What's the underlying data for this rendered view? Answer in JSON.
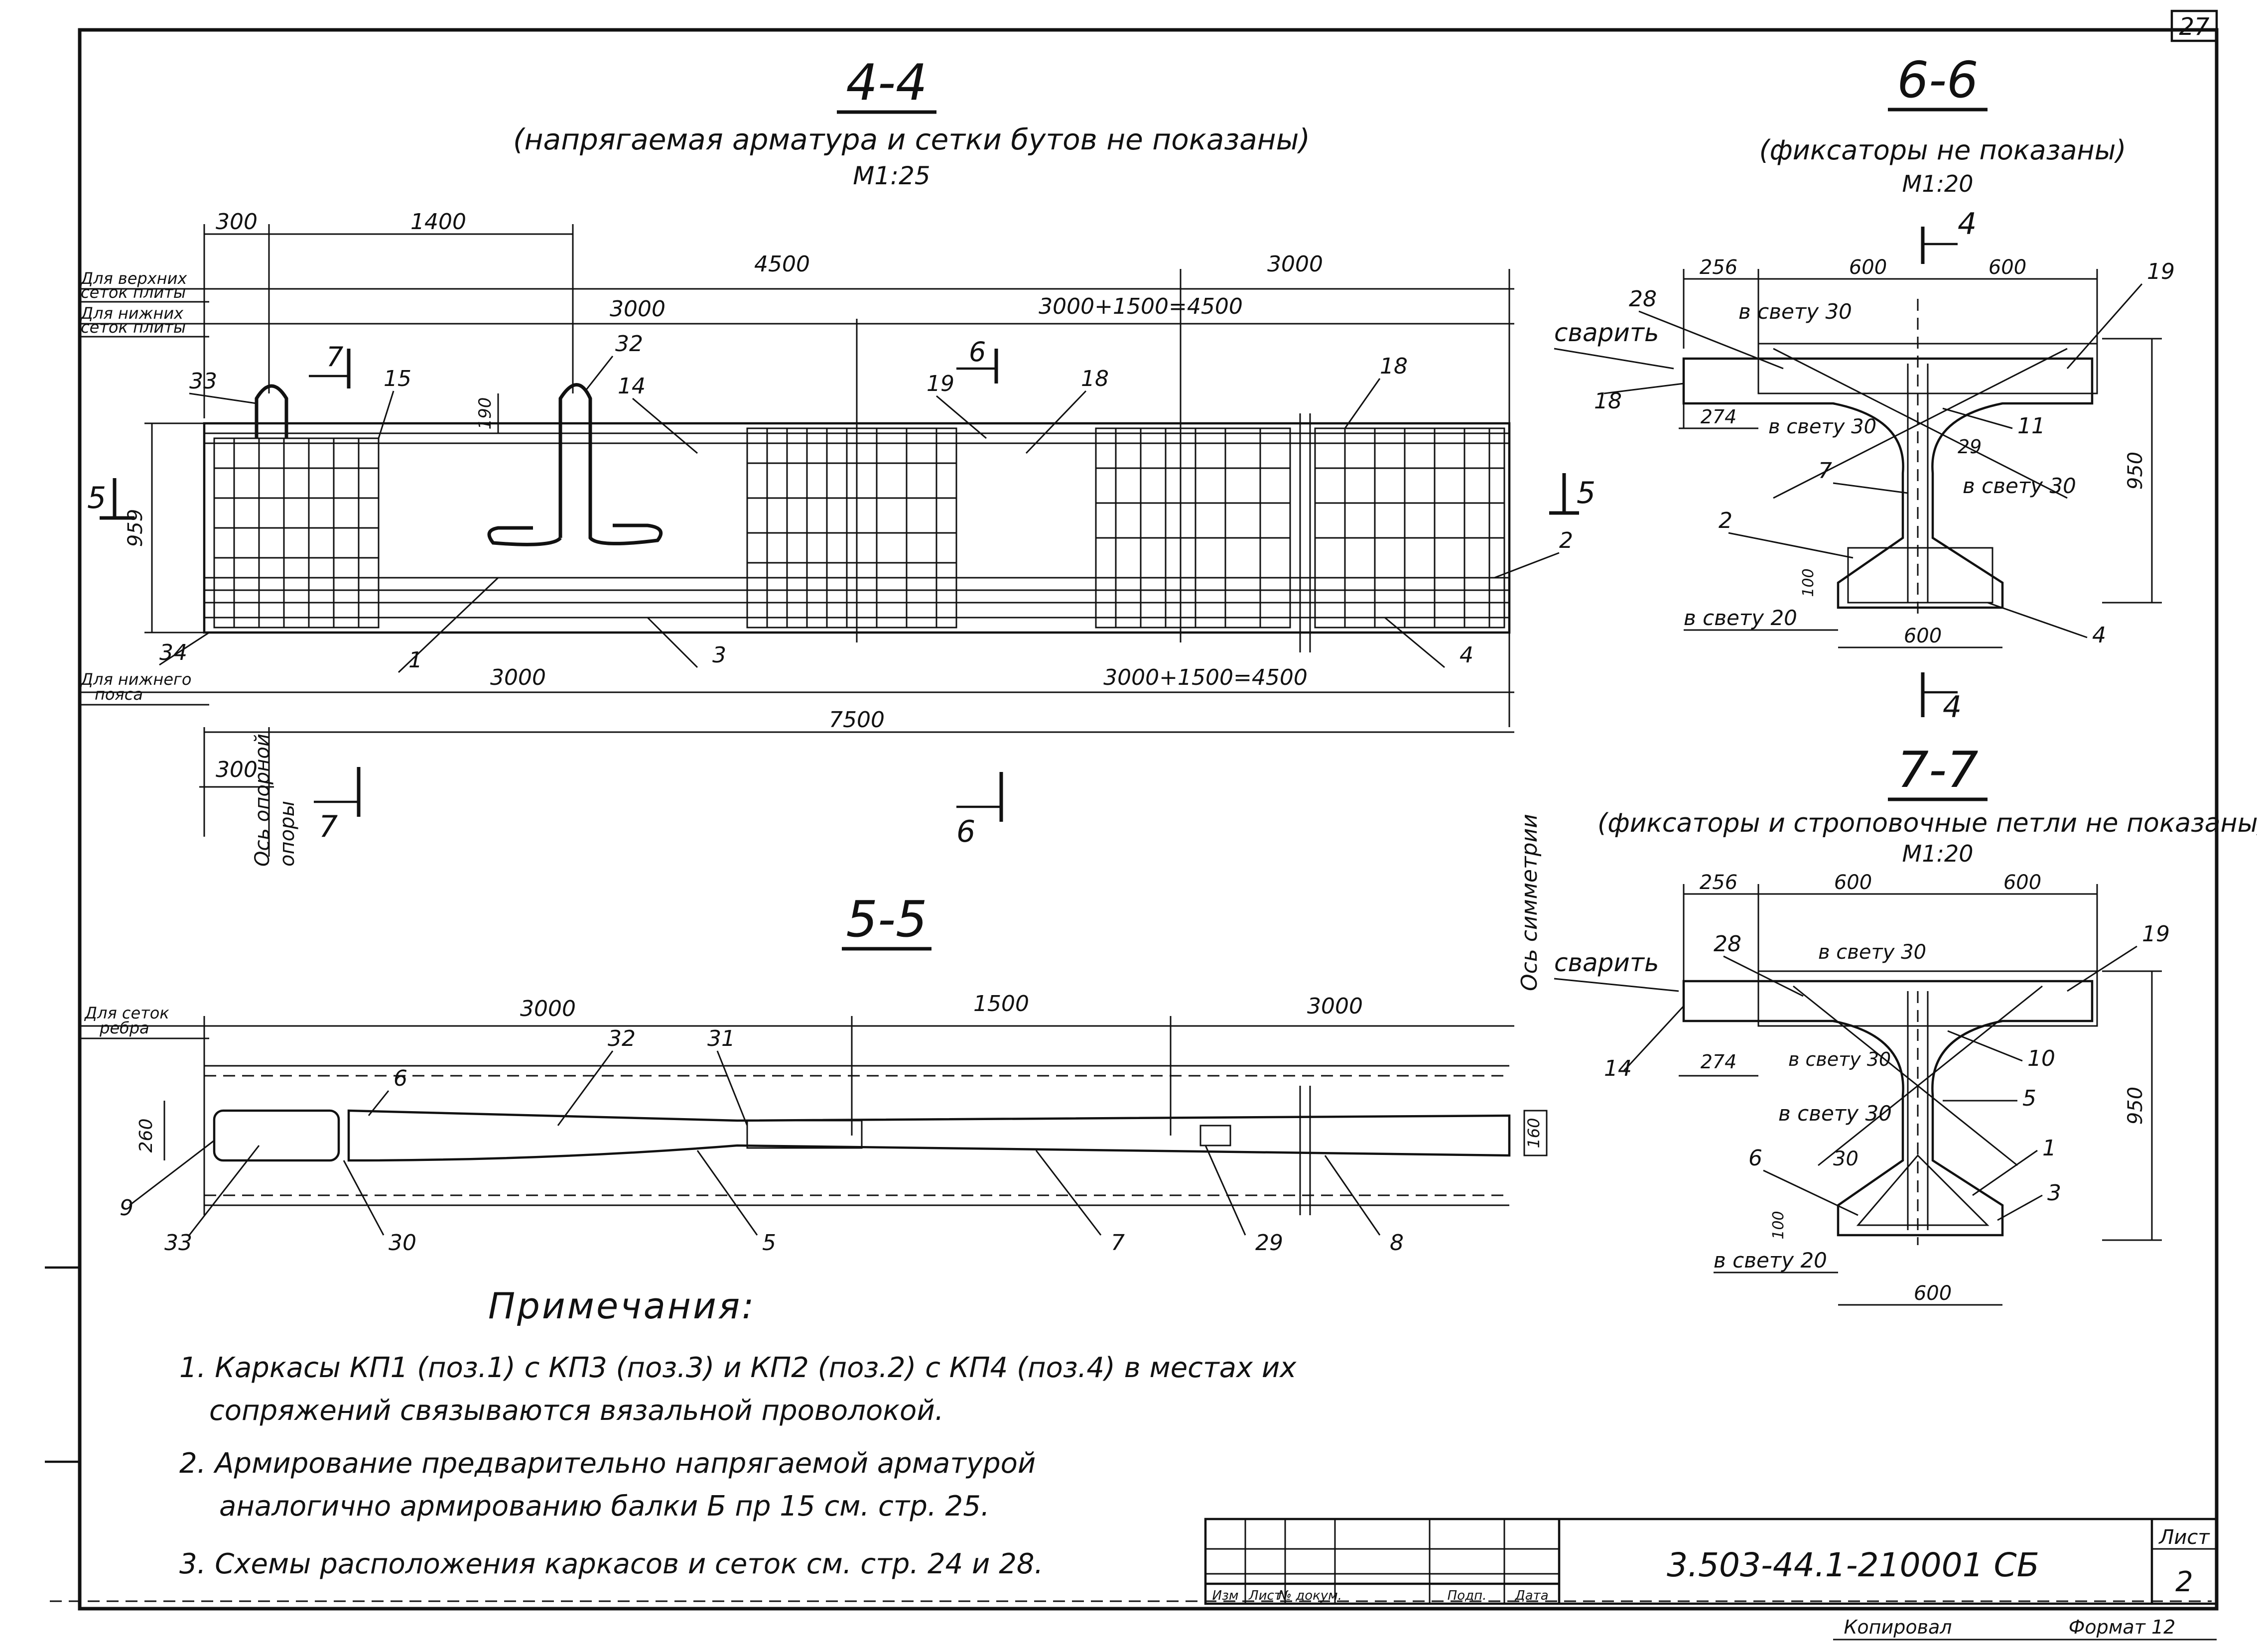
{
  "sheet_number": "27",
  "sections": {
    "s44": {
      "title": "4-4",
      "subtitle": "(напрягаемая арматура и сетки бутов не показаны)",
      "scale": "М1:25"
    },
    "s55": {
      "title": "5-5"
    },
    "s66": {
      "title": "6-6",
      "subtitle": "(фиксаторы не показаны)",
      "scale": "М1:20"
    },
    "s77": {
      "title": "7-7",
      "subtitle": "(фиксаторы и строповочные петли не показаны)",
      "scale": "М1:20"
    }
  },
  "s44": {
    "row_labels": {
      "top_mesh_1": "Для верхних",
      "top_mesh_2": "сеток плиты",
      "low_mesh_1": "Для нижних",
      "low_mesh_2": "сеток плиты",
      "bottom_chord_1": "Для нижнего",
      "bottom_chord_2": "пояса"
    },
    "dims": {
      "d300_top": "300",
      "d1400": "1400",
      "d4500_top": "4500",
      "d3000_top": "3000",
      "d3000_second": "3000",
      "d3000_1500_4500_a": "3000+1500=4500",
      "d190": "190",
      "d959": "959",
      "d3000_bottom": "3000",
      "d3000_1500_4500_b": "3000+1500=4500",
      "d7500": "7500",
      "d300_bottom": "300"
    },
    "callouts": {
      "c33": "33",
      "c32": "32",
      "c15": "15",
      "c14": "14",
      "c19": "19",
      "c18a": "18",
      "c18b": "18",
      "c1": "1",
      "c3": "3",
      "c4": "4",
      "c2": "2",
      "c34": "34",
      "cut7_top": "7",
      "cut6_top": "6",
      "cut5_left": "5",
      "cut5_right": "5",
      "cut7_bottom": "7",
      "cut6_bottom": "6"
    },
    "axes": {
      "support": "Ось опорной",
      "support_2": "опоры",
      "symmetry": "Ось симметрии"
    }
  },
  "s55": {
    "row_label_1": "Для сеток",
    "row_label_2": "ребра",
    "dims": {
      "d3000a": "3000",
      "d1500": "1500",
      "d3000b": "3000",
      "d260": "260",
      "d160": "160"
    },
    "callouts": {
      "c6": "6",
      "c32": "32",
      "c31": "31",
      "c9": "9",
      "c33": "33",
      "c30": "30",
      "c5": "5",
      "c7": "7",
      "c29": "29",
      "c8": "8"
    }
  },
  "s66": {
    "cut_top": "4",
    "cut_bottom": "4",
    "dims": {
      "d256": "256",
      "d600a": "600",
      "d600b": "600",
      "d274": "274",
      "d950": "950",
      "d100": "100",
      "d600_bottom": "600"
    },
    "weld": "сварить",
    "clear": {
      "c1": "в свету 30",
      "c2": "в свету 30",
      "c3": "в свету 30",
      "c4": "в свету 20"
    },
    "callouts": {
      "c28": "28",
      "c19": "19",
      "c18": "18",
      "c11": "11",
      "c29": "29",
      "c7": "7",
      "c2": "2",
      "c4": "4"
    }
  },
  "s77": {
    "dims": {
      "d256": "256",
      "d600a": "600",
      "d600b": "600",
      "d274": "274",
      "d950": "950",
      "d100": "100",
      "d600_bottom": "600"
    },
    "weld": "сварить",
    "clear": {
      "c1": "в свету 30",
      "c2": "в свету 30",
      "c3": "в свету 30",
      "c4": "в свету 20",
      "c30": "30"
    },
    "callouts": {
      "c28": "28",
      "c19": "19",
      "c14": "14",
      "c10": "10",
      "c5": "5",
      "c1": "1",
      "c6": "6",
      "c3": "3"
    }
  },
  "notes": {
    "title": "Примечания:",
    "items": [
      "1. Каркасы КП1 (поз.1) с КП3 (поз.3) и КП2 (поз.2) с КП4 (поз.4) в местах их",
      "сопряжений связываются вязальной проволокой.",
      "2. Армирование предварительно напрягаемой арматурой",
      "аналогично армированию балки Б пр 15 см. стр. 25.",
      "3. Схемы расположения каркасов и сеток см. стр. 24 и 28."
    ]
  },
  "title_block": {
    "code": "3.503-44.1-210001 СБ",
    "sheet_label": "Лист",
    "sheet_no": "2",
    "col_headers": [
      "Изм",
      "Лист",
      "№ докум.",
      "Подп.",
      "Дата"
    ],
    "copied": "Копировал",
    "format": "Формат 12"
  }
}
